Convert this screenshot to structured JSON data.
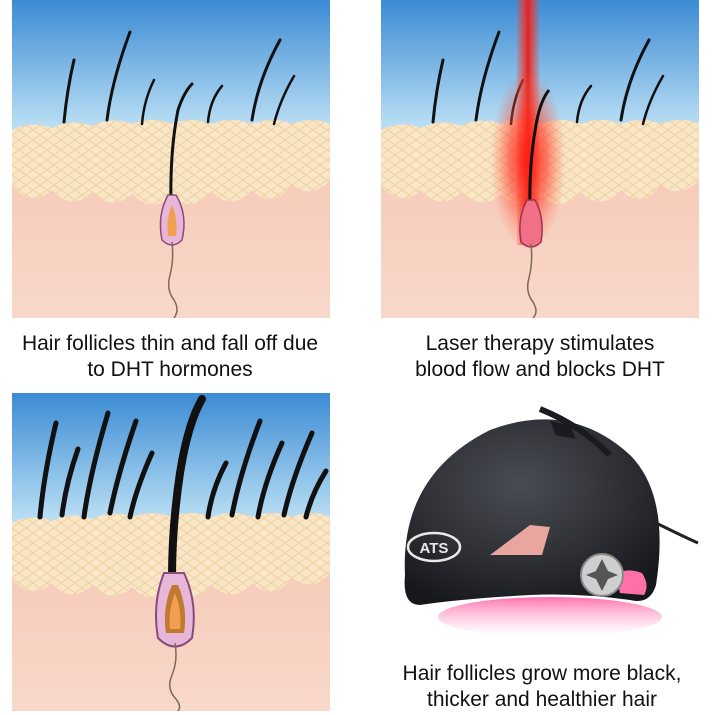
{
  "panels": [
    {
      "name": "thin-follicle-panel",
      "caption_line1": "Hair follicles thin and fall off due",
      "caption_line2": "to DHT hormones"
    },
    {
      "name": "laser-therapy-panel",
      "caption_line1": "Laser therapy stimulates",
      "caption_line2": "blood flow and blocks DHT"
    },
    {
      "name": "healthy-follicle-panel"
    },
    {
      "name": "laser-helmet-panel",
      "caption_line1": "Hair follicles grow more black,",
      "caption_line2": "thicker and healthier hair",
      "brand_logo": "ATS"
    }
  ],
  "colors": {
    "sky": "#3d8fd8",
    "sky_light": "#bfe3f7",
    "epidermis": "#f7e3c0",
    "dermis": "#f4bfae",
    "laser": "#e8201c",
    "helmet": "#2b2d33",
    "helmet_glow": "#ff6fa8"
  }
}
